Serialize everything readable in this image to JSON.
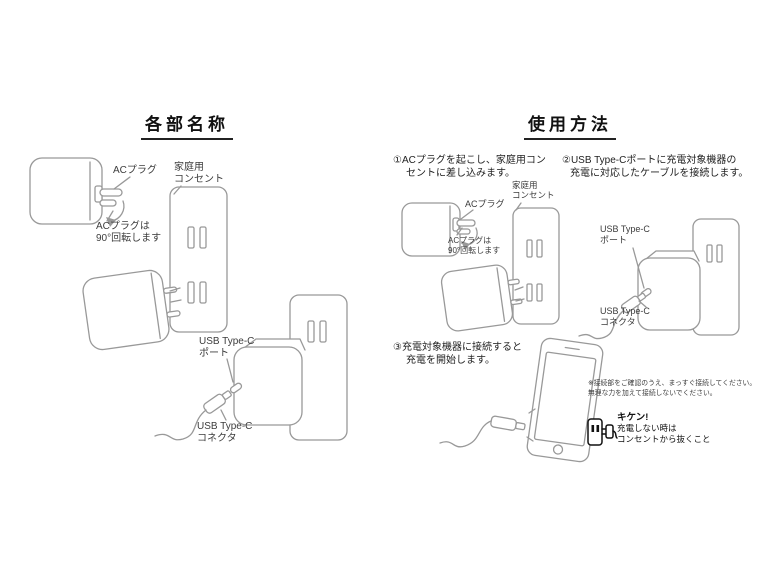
{
  "left": {
    "title": "各部名称",
    "labels": {
      "ac_plug": "ACプラグ",
      "rotate1": "ACプラグは",
      "rotate2": "90°回転します",
      "outlet1": "家庭用",
      "outlet2": "コンセント",
      "port1": "USB Type-C",
      "port2": "ポート",
      "conn1": "USB Type-C",
      "conn2": "コネクタ"
    }
  },
  "right": {
    "title": "使用方法",
    "step1": {
      "l1": "①ACプラグを起こし、家庭用コン",
      "l2": "セントに差し込みます。"
    },
    "step2": {
      "l1": "②USB Type-Cポートに充電対象機器の",
      "l2": "充電に対応したケーブルを接続します。"
    },
    "step3": {
      "l1": "③充電対象機器に接続すると",
      "l2": "充電を開始します。"
    },
    "labels": {
      "ac_plug": "ACプラグ",
      "rotate1": "ACプラグは",
      "rotate2": "90°回転します",
      "outlet1": "家庭用",
      "outlet2": "コンセント",
      "port1": "USB Type-C",
      "port2": "ポート",
      "conn1": "USB Type-C",
      "conn2": "コネクタ"
    },
    "note1": "※接続部をご確認のうえ、まっすぐ接続してください。",
    "note2": "無理な力を加えて接続しないでください。",
    "danger": {
      "title": "キケン!",
      "l1": "充電しない時は",
      "l2": "コンセントから抜くこと"
    }
  },
  "colors": {
    "line_art": "#999999",
    "text": "#333333",
    "danger": "#111111",
    "background": "#ffffff"
  }
}
